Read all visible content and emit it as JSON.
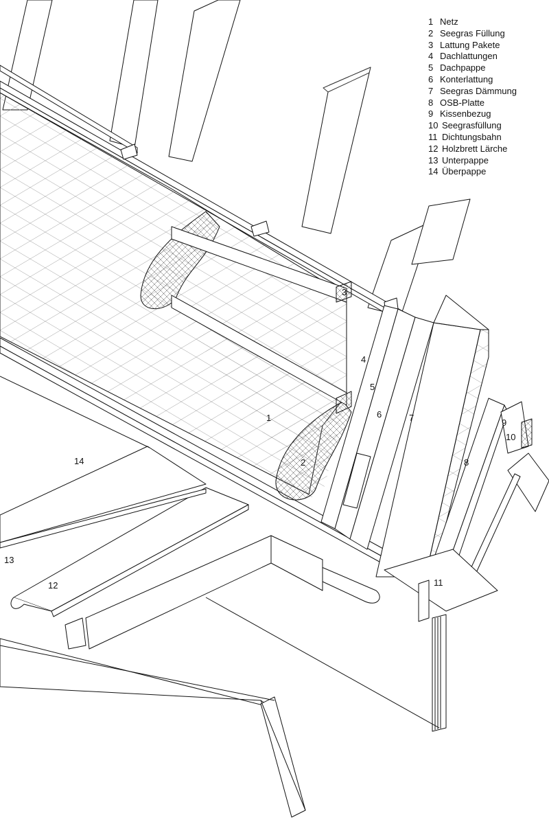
{
  "legend": {
    "items": [
      {
        "number": "1",
        "label": "Netz"
      },
      {
        "number": "2",
        "label": "Seegras Füllung"
      },
      {
        "number": "3",
        "label": "Lattung Pakete"
      },
      {
        "number": "4",
        "label": "Dachlattungen"
      },
      {
        "number": "5",
        "label": "Dachpappe"
      },
      {
        "number": "6",
        "label": "Konterlattung"
      },
      {
        "number": "7",
        "label": "Seegras Dämmung"
      },
      {
        "number": "8",
        "label": "OSB-Platte"
      },
      {
        "number": "9",
        "label": "Kissenbezug"
      },
      {
        "number": "10",
        "label": "Seegrasfüllung"
      },
      {
        "number": "11",
        "label": "Dichtungsbahn"
      },
      {
        "number": "12",
        "label": "Holzbrett Lärche"
      },
      {
        "number": "13",
        "label": "Unterpappe"
      },
      {
        "number": "14",
        "label": "Überpappe"
      }
    ]
  },
  "callouts": {
    "c1": "1",
    "c2": "2",
    "c3": "3",
    "c4": "4",
    "c5": "5",
    "c6": "6",
    "c7": "7",
    "c8": "8",
    "c9": "9",
    "c10": "10",
    "c11": "11",
    "c12": "12",
    "c13": "13",
    "c14": "14"
  },
  "colors": {
    "line": "#111111",
    "background": "#ffffff"
  }
}
